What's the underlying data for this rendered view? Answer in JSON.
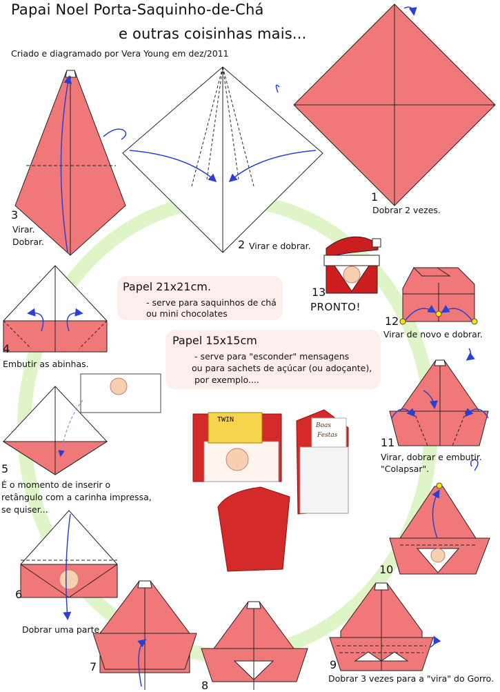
{
  "header": {
    "title_line1": "Papai Noel Porta-Saquinho-de-Chá",
    "title_line2": "e outras coisinhas mais...",
    "credit": "Criado e diagramado por Vera Young em dez/2011"
  },
  "notes": [
    {
      "heading": "Papel 21x21cm.",
      "body": [
        "- serve para saquinhos de chá",
        "ou mini chocolates"
      ]
    },
    {
      "heading": "Papel 15x15cm",
      "body": [
        "- serve para \"esconder\" mensagens",
        "ou para sachets de açúcar (ou adoçante),",
        "por exemplo...."
      ]
    }
  ],
  "steps": [
    {
      "number": "1",
      "caption": [
        "Dobrar 2 vezes."
      ]
    },
    {
      "number": "2",
      "caption": [
        "Virar e dobrar."
      ]
    },
    {
      "number": "3",
      "caption": [
        "Virar.",
        "Dobrar."
      ]
    },
    {
      "number": "4",
      "caption": [
        "Embutir as abinhas."
      ]
    },
    {
      "number": "5",
      "caption": [
        "É o momento de inserir o",
        "retângulo com a carinha impressa,",
        "se quiser..."
      ]
    },
    {
      "number": "6",
      "caption": [
        "Dobrar uma parte."
      ]
    },
    {
      "number": "7",
      "caption": []
    },
    {
      "number": "8",
      "caption": []
    },
    {
      "number": "9",
      "caption": [
        "Dobrar 3 vezes para a \"vira\" do Gorro."
      ]
    },
    {
      "number": "10",
      "caption": []
    },
    {
      "number": "11",
      "caption": [
        "Virar, dobrar e embutir.",
        "\"Colapsar\"."
      ]
    },
    {
      "number": "12",
      "caption": [
        "Virar de novo e dobrar."
      ]
    },
    {
      "number": "13",
      "caption": [
        "PRONTO!"
      ]
    }
  ],
  "photo": {
    "tea_bag_label": "TWIN",
    "message_card": [
      "Boas",
      "Festas"
    ]
  },
  "colors": {
    "paper_red": "#f07878",
    "paper_white": "#ffffff",
    "ring_green": "#dff5c8",
    "note_pink": "#fdeeee",
    "arrow_blue": "#2a3fd4",
    "hat_red": "#cc1e1e"
  }
}
